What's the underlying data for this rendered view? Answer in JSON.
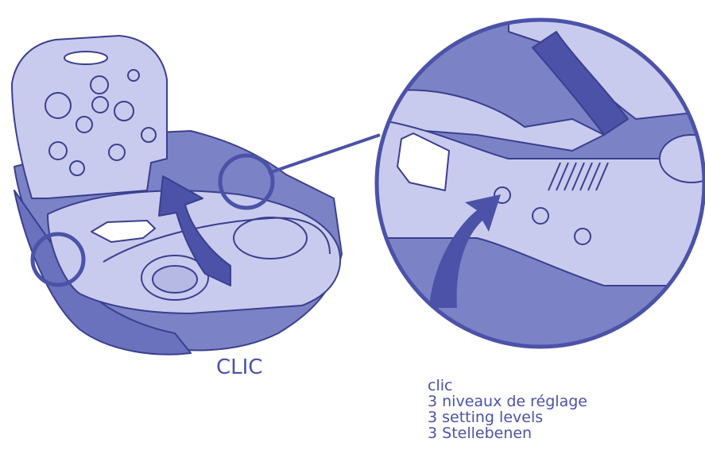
{
  "captions": {
    "main_label": "CLIC",
    "detail_lines": [
      "clic",
      "3 niveaux de réglage",
      "3 setting levels",
      "3 Stellebenen"
    ]
  },
  "colors": {
    "dark_blue": "#4b52a8",
    "mid_blue": "#7b82c6",
    "pale_blue": "#c9cbee",
    "outline": "#3a3f8f"
  }
}
